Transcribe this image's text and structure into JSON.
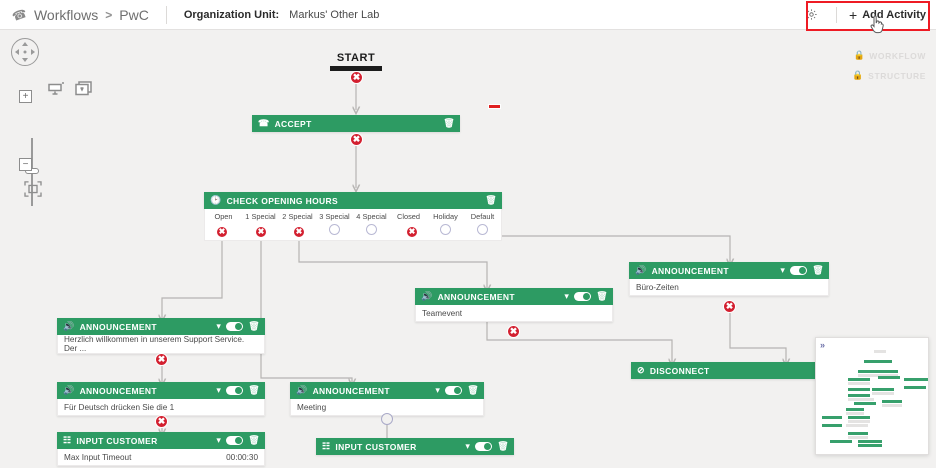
{
  "header": {
    "breadcrumb": {
      "icon": "phone-workflow-icon",
      "root": "Workflows",
      "separator": ">",
      "child": "PwC",
      "ou_label": "Organization Unit:",
      "ou_value": "Markus' Other Lab"
    },
    "gear_icon": "gear-icon",
    "add_activity": "Add Activity",
    "plus": "+"
  },
  "right_meta": [
    {
      "icon": "lock-icon",
      "label": "WORKFLOW"
    },
    {
      "icon": "lock-icon",
      "label": "STRUCTURE"
    }
  ],
  "toolbar": {
    "pan": "pan-control",
    "zoom_in": "+",
    "zoom_out": "−",
    "fit": "fit-to-screen-icon",
    "align_icon": "align-icon",
    "copy_icon": "duplicate-icon"
  },
  "canvas": {
    "start": {
      "label": "START"
    },
    "nodes": [
      {
        "id": "accept",
        "title": "ACCEPT",
        "icon": "phone-icon",
        "has_chevron": false,
        "has_toggle": false,
        "trash": true,
        "body": null
      },
      {
        "id": "check-opening-hours",
        "title": "CHECK OPENING HOURS",
        "icon": "clock-icon",
        "has_chevron": false,
        "has_toggle": false,
        "trash": true,
        "branches": [
          {
            "label": "Open",
            "state": "error"
          },
          {
            "label": "1 Special",
            "state": "error"
          },
          {
            "label": "2 Special",
            "state": "error"
          },
          {
            "label": "3 Special",
            "state": "open"
          },
          {
            "label": "4 Special",
            "state": "open"
          },
          {
            "label": "Closed",
            "state": "error"
          },
          {
            "label": "Holiday",
            "state": "open"
          },
          {
            "label": "Default",
            "state": "open"
          }
        ]
      },
      {
        "id": "ann-willkommen",
        "title": "ANNOUNCEMENT",
        "icon": "speaker-icon",
        "has_chevron": true,
        "has_toggle": true,
        "trash": true,
        "body": "Herzlich willkommen in unserem Support Service. Der ..."
      },
      {
        "id": "ann-deutsch",
        "title": "ANNOUNCEMENT",
        "icon": "speaker-icon",
        "has_chevron": true,
        "has_toggle": true,
        "trash": true,
        "body": "Für Deutsch drücken Sie die 1"
      },
      {
        "id": "input-customer-left",
        "title": "INPUT CUSTOMER",
        "icon": "keypad-icon",
        "has_chevron": true,
        "has_toggle": true,
        "trash": true,
        "body": "Max Input Timeout",
        "body_value": "00:00:30"
      },
      {
        "id": "ann-meeting",
        "title": "ANNOUNCEMENT",
        "icon": "speaker-icon",
        "has_chevron": true,
        "has_toggle": true,
        "trash": true,
        "body": "Meeting"
      },
      {
        "id": "input-customer-mid",
        "title": "INPUT CUSTOMER",
        "icon": "keypad-icon",
        "has_chevron": true,
        "has_toggle": true,
        "trash": true,
        "body": null
      },
      {
        "id": "ann-teamevent",
        "title": "ANNOUNCEMENT",
        "icon": "speaker-icon",
        "has_chevron": true,
        "has_toggle": true,
        "trash": true,
        "body": "Teamevent"
      },
      {
        "id": "ann-buerozeiten",
        "title": "ANNOUNCEMENT",
        "icon": "speaker-icon",
        "has_chevron": true,
        "has_toggle": true,
        "trash": true,
        "body": "Büro-Zeiten"
      },
      {
        "id": "disconnect",
        "title": "DISCONNECT",
        "icon": "disconnect-icon",
        "has_chevron": false,
        "has_toggle": false,
        "trash": false,
        "body": null
      }
    ],
    "error_badge_glyph": "✖"
  },
  "minimap": {
    "collapse": "»"
  },
  "colors": {
    "node_green": "#2d9b63",
    "error_red": "#d32030",
    "highlight_red": "#ee1b24",
    "canvas_bg": "#f2f1f0",
    "connector_gray": "#b6b4b2"
  }
}
